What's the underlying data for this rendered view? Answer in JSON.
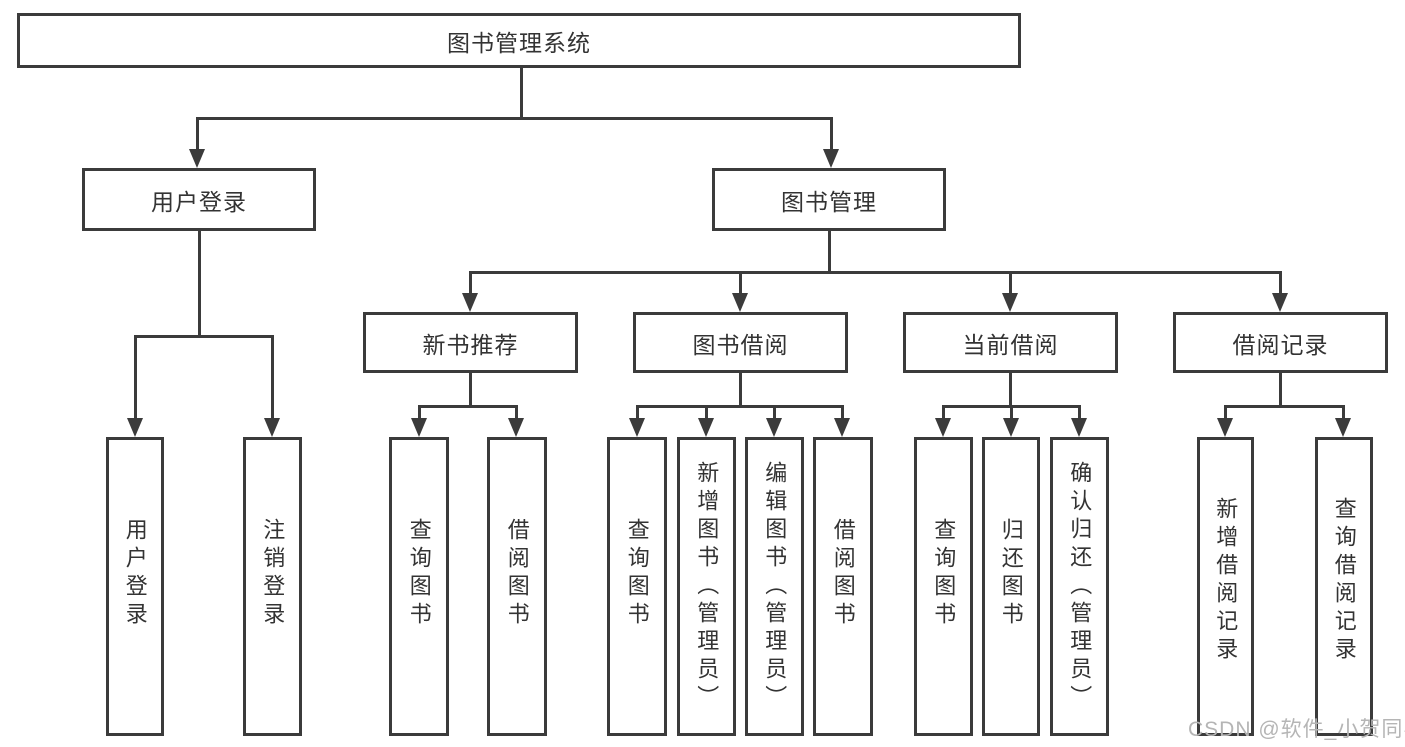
{
  "diagram": {
    "title": "图书管理系统",
    "colors": {
      "line": "#3b3b3b",
      "text": "#333333",
      "watermark_text": "#b5b5b5",
      "background": "#ffffff"
    },
    "nodes": {
      "root": "图书管理系统",
      "level2": [
        "用户登录",
        "图书管理"
      ],
      "level3": [
        "新书推荐",
        "图书借阅",
        "当前借阅",
        "借阅记录"
      ],
      "leaves": {
        "user_login": [
          "用户登录",
          "注销登录"
        ],
        "new_book_recommend": [
          "查询图书",
          "借阅图书"
        ],
        "book_borrow": [
          "查询图书",
          "新增图书（管理员）",
          "编辑图书（管理员）",
          "借阅图书"
        ],
        "current_borrow": [
          "查询图书",
          "归还图书",
          "确认归还（管理员）"
        ],
        "borrow_records": [
          "新增借阅记录",
          "查询借阅记录"
        ]
      }
    },
    "watermark": "CSDN @软件_小贺同学"
  }
}
